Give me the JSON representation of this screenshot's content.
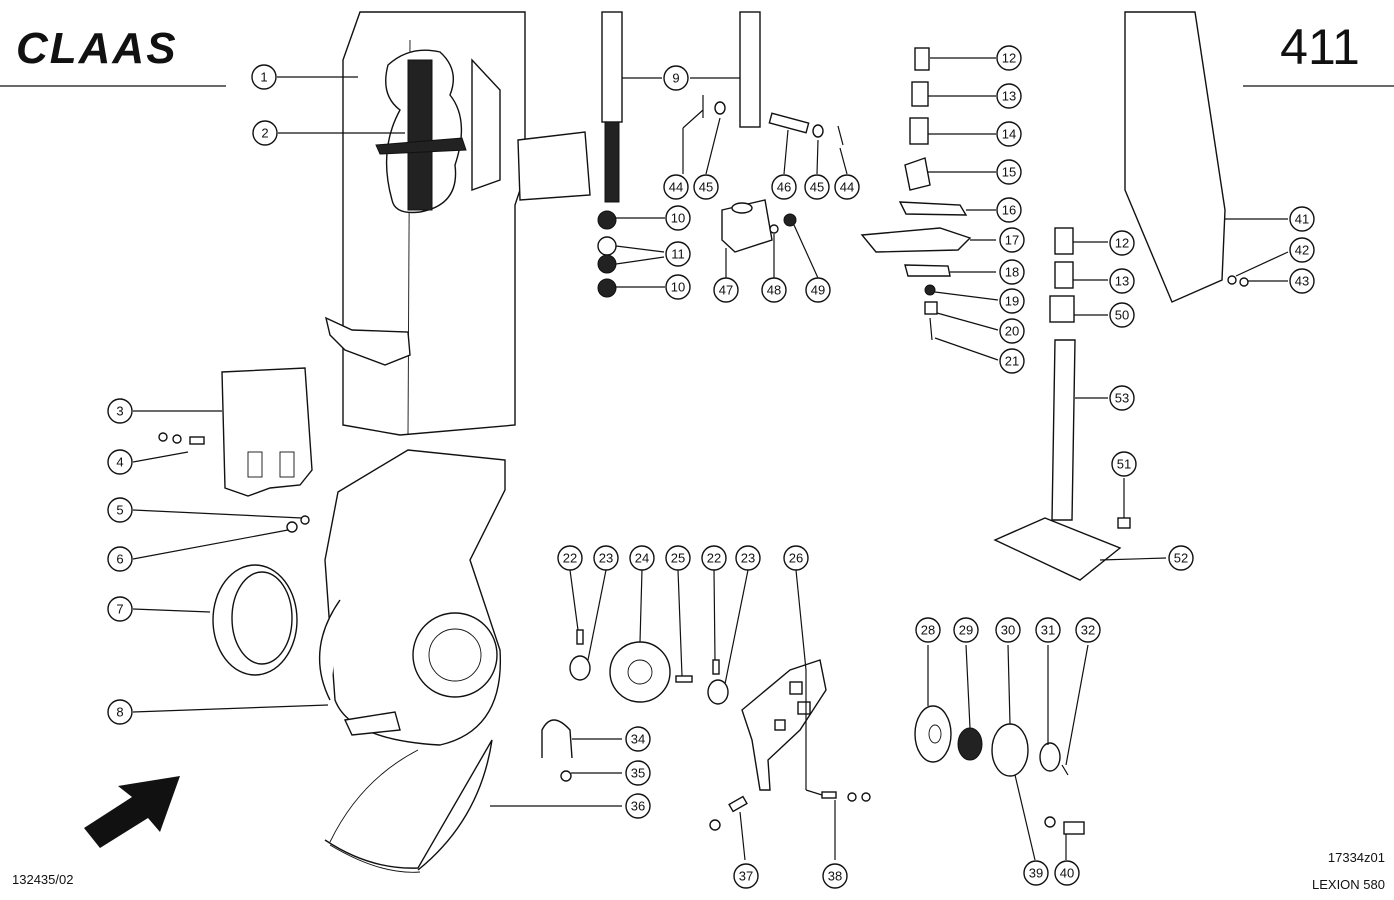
{
  "brand": "CLAAS",
  "page_number": "411",
  "doc_number": "132435/02",
  "drawing_ref": "17334z01",
  "model": "LEXION 580",
  "colors": {
    "ink": "#111111",
    "paper": "#ffffff"
  },
  "callouts": [
    {
      "label": "1"
    },
    {
      "label": "2"
    },
    {
      "label": "3"
    },
    {
      "label": "4"
    },
    {
      "label": "5"
    },
    {
      "label": "6"
    },
    {
      "label": "7"
    },
    {
      "label": "8"
    },
    {
      "label": "9"
    },
    {
      "label": "44"
    },
    {
      "label": "45"
    },
    {
      "label": "46"
    },
    {
      "label": "45"
    },
    {
      "label": "44"
    },
    {
      "label": "10"
    },
    {
      "label": "11"
    },
    {
      "label": "10"
    },
    {
      "label": "47"
    },
    {
      "label": "48"
    },
    {
      "label": "49"
    },
    {
      "label": "12"
    },
    {
      "label": "13"
    },
    {
      "label": "14"
    },
    {
      "label": "15"
    },
    {
      "label": "16"
    },
    {
      "label": "17"
    },
    {
      "label": "18"
    },
    {
      "label": "19"
    },
    {
      "label": "20"
    },
    {
      "label": "21"
    },
    {
      "label": "41"
    },
    {
      "label": "42"
    },
    {
      "label": "43"
    },
    {
      "label": "12"
    },
    {
      "label": "13"
    },
    {
      "label": "50"
    },
    {
      "label": "53"
    },
    {
      "label": "51"
    },
    {
      "label": "52"
    },
    {
      "label": "22"
    },
    {
      "label": "23"
    },
    {
      "label": "24"
    },
    {
      "label": "25"
    },
    {
      "label": "22"
    },
    {
      "label": "23"
    },
    {
      "label": "26"
    },
    {
      "label": "28"
    },
    {
      "label": "29"
    },
    {
      "label": "30"
    },
    {
      "label": "31"
    },
    {
      "label": "32"
    },
    {
      "label": "34"
    },
    {
      "label": "35"
    },
    {
      "label": "36"
    },
    {
      "label": "37"
    },
    {
      "label": "38"
    },
    {
      "label": "39"
    },
    {
      "label": "40"
    }
  ]
}
